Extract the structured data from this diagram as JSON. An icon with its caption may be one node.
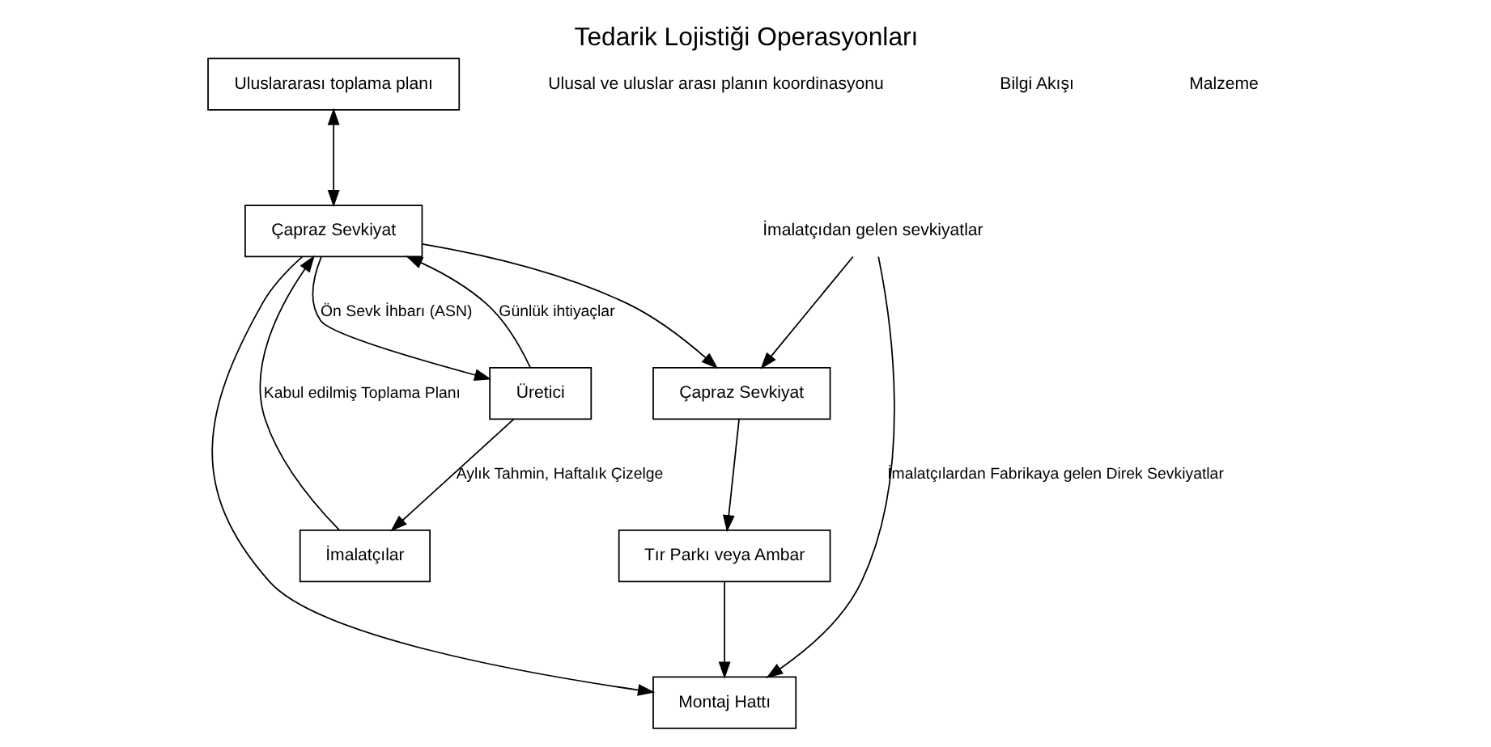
{
  "diagram": {
    "title": "Tedarik Lojistiği Operasyonları",
    "nodes": [
      {
        "text": [
          "Uluslararası toplama planı"
        ]
      },
      {
        "text": [
          "Çapraz Sevkiyat"
        ]
      },
      {
        "text": [
          "İmalatçılar"
        ]
      },
      {
        "text": [
          "Üretici"
        ]
      },
      {
        "text": [
          "İmalatçıdan gelen sevkiyatlar"
        ]
      },
      {
        "text": [
          "Çapraz Sevkiyat"
        ]
      },
      {
        "text": [
          "Tır Parkı veya Ambar"
        ]
      },
      {
        "text": [
          "Montaj Hattı"
        ]
      }
    ],
    "edges": [
      {
        "from": 0,
        "to": 1,
        "arrow": "both"
      },
      {
        "from": 3,
        "to": 1,
        "arrow": "to",
        "label": "Günlük ihtiyaçlar"
      },
      {
        "from": 2,
        "to": 1,
        "arrow": "to",
        "label": "Kabul edilmiş Toplama Planı"
      },
      {
        "from": 3,
        "to": 2,
        "arrow": "to",
        "label": "Aylık Tahmin, Haftalık Çizelge"
      },
      {
        "from": 1,
        "to": 3,
        "arrow": "to",
        "label": "Ön Sevk İhbarı (ASN)"
      },
      {
        "from": 1,
        "to": 7,
        "arrow": "to"
      },
      {
        "from": 1,
        "to": 5,
        "arrow": "to"
      },
      {
        "from": 4,
        "to": 5,
        "arrow": "to"
      },
      {
        "from": 5,
        "to": 6,
        "arrow": "to"
      },
      {
        "from": 6,
        "to": 7,
        "arrow": "to"
      },
      {
        "from": 4,
        "to": 7,
        "arrow": "to",
        "label": "İmalatçılardan Fabrikaya gelen Direk Sevkiyatlar"
      }
    ],
    "labels": [
      "Ulusal ve uluslar arası planın koordinasyonu",
      "Bilgi Akışı",
      "Malzeme"
    ]
  }
}
